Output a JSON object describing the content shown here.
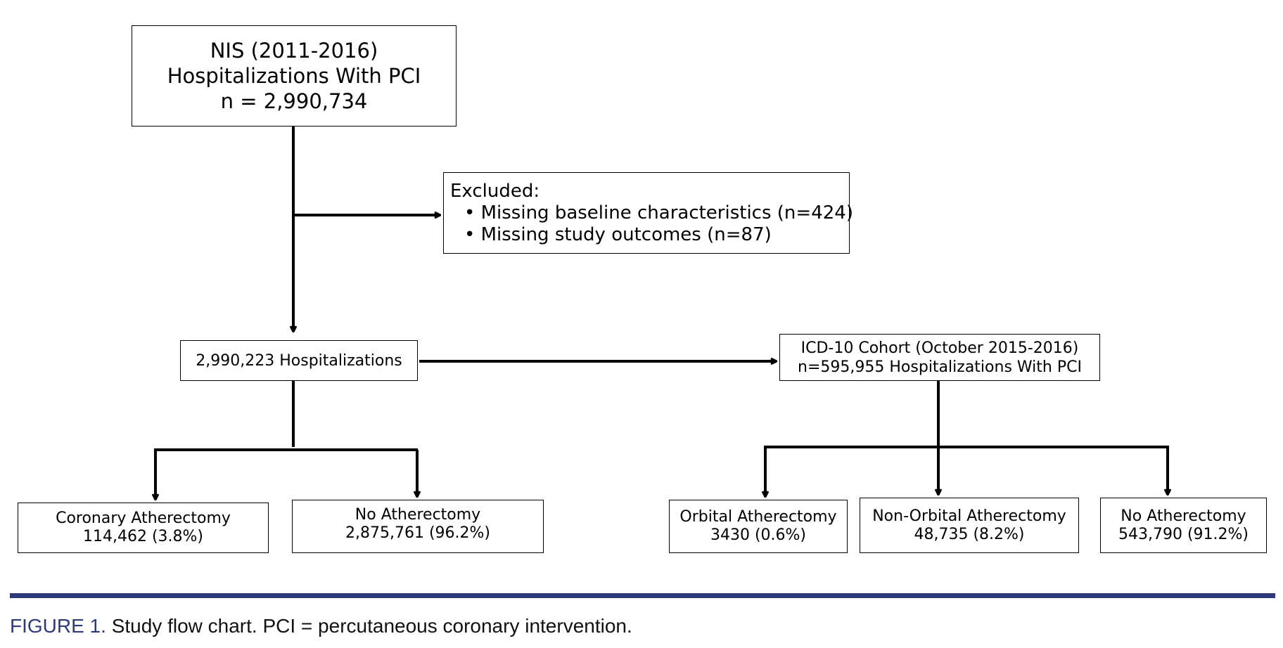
{
  "top_box": {
    "line1": "NIS (2011-2016)",
    "line2": "Hospitalizations With PCI",
    "line3": "n = 2,990,734"
  },
  "excluded_box": {
    "heading": "Excluded:",
    "items": [
      "Missing baseline characteristics (n=424)",
      "Missing study outcomes (n=87)"
    ]
  },
  "hospitalizations_box": {
    "label": "2,990,223 Hospitalizations"
  },
  "icd_box": {
    "line1": "ICD-10 Cohort (October 2015-2016)",
    "line2": "n=595,955 Hospitalizations With PCI"
  },
  "left_outcomes": [
    {
      "name": "Coronary Atherectomy",
      "value": "114,462 (3.8%)"
    },
    {
      "name": "No Atherectomy",
      "value": "2,875,761 (96.2%)"
    }
  ],
  "right_outcomes": [
    {
      "name": "Orbital Atherectomy",
      "value": "3430 (0.6%)"
    },
    {
      "name": "Non-Orbital Atherectomy",
      "value": "48,735 (8.2%)"
    },
    {
      "name": "No Atherectomy",
      "value": "543,790 (91.2%)"
    }
  ],
  "caption": {
    "label": "FIGURE 1.",
    "text": " Study flow chart. PCI = percutaneous coronary intervention."
  },
  "colors": {
    "accent": "#2c3a7a",
    "line": "#000000"
  }
}
